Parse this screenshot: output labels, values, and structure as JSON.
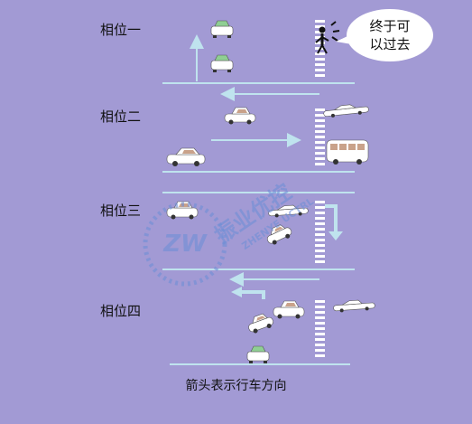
{
  "phases": [
    {
      "label": "相位一"
    },
    {
      "label": "相位二"
    },
    {
      "label": "相位三"
    },
    {
      "label": "相位四"
    }
  ],
  "speech_bubble": {
    "line1": "终于可",
    "line2": "以过去"
  },
  "caption": "箭头表示行车方向",
  "watermark": {
    "cn": "振业优控",
    "en": "ZHENYE UCTRL"
  },
  "colors": {
    "background": "#a29ad4",
    "road_line": "#bfe3ee",
    "car_body": "#ffffff",
    "car_window": "#8fcf93",
    "arrow": "#bfe3ee",
    "watermark": "#6f8fd6"
  }
}
